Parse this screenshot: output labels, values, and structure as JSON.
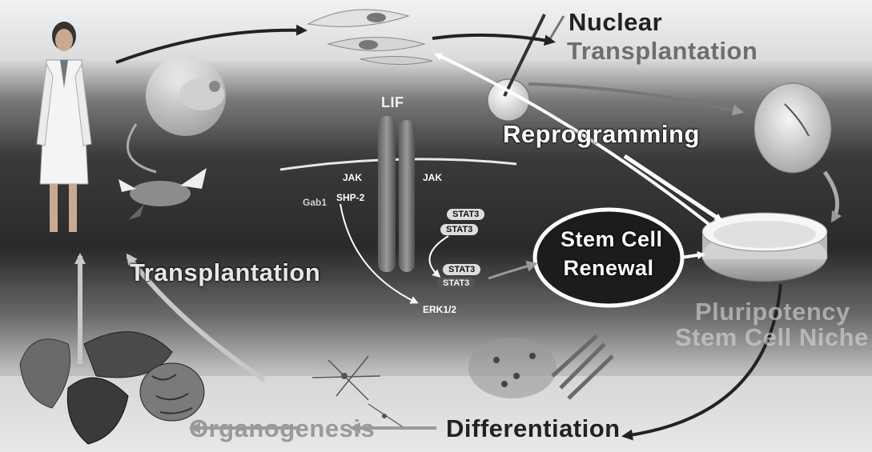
{
  "labels": {
    "nuclear_transplantation_1": "Nuclear",
    "nuclear_transplantation_2": "Transplantation",
    "reprogramming": "Reprogramming",
    "transplantation": "Transplantation",
    "stem_cell_renewal_1": "Stem Cell",
    "stem_cell_renewal_2": "Renewal",
    "pluripotency_1": "Pluripotency",
    "pluripotency_2": "Stem Cell Niche",
    "organogenesis": "Organogenesis",
    "differentiation": "Differentiation"
  },
  "pathway": {
    "lif": "LIF",
    "jak_left": "JAK",
    "jak_right": "JAK",
    "shp2": "SHP-2",
    "gab1": "Gab1",
    "stat3_a": "STAT3",
    "stat3_b": "STAT3",
    "stat3_c": "STAT3",
    "stat3_d": "STAT3",
    "erk": "ERK1/2"
  },
  "colors": {
    "arrow_light": "#ffffff",
    "arrow_dark": "#222222",
    "arrow_grey": "#9a9a9a"
  }
}
